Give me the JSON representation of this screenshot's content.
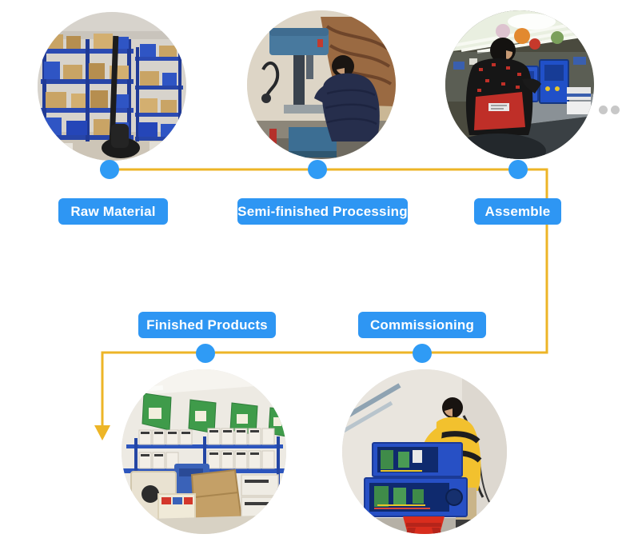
{
  "colors": {
    "accent_blue": "#2E96F3",
    "dot_blue": "#2F9BF5",
    "line_yellow": "#EDB527",
    "pager_gray": "#C8C8C8",
    "label_text": "#FFFFFF"
  },
  "flow": {
    "steps_top": [
      {
        "label": "Raw Material",
        "photo": "warehouse-shelves-with-boxes-and-blue-bins"
      },
      {
        "label": "Semi-finished Processing",
        "photo": "worker-operating-drill-press"
      },
      {
        "label": "Assemble",
        "photo": "worker-assembling-blue-machines-on-line"
      }
    ],
    "steps_bottom": [
      {
        "label": "Finished Products",
        "photo": "stockroom-racks-of-finished-machines"
      },
      {
        "label": "Commissioning",
        "photo": "technician-testing-open-machine"
      }
    ]
  },
  "pager": {
    "dot_count": 2
  }
}
